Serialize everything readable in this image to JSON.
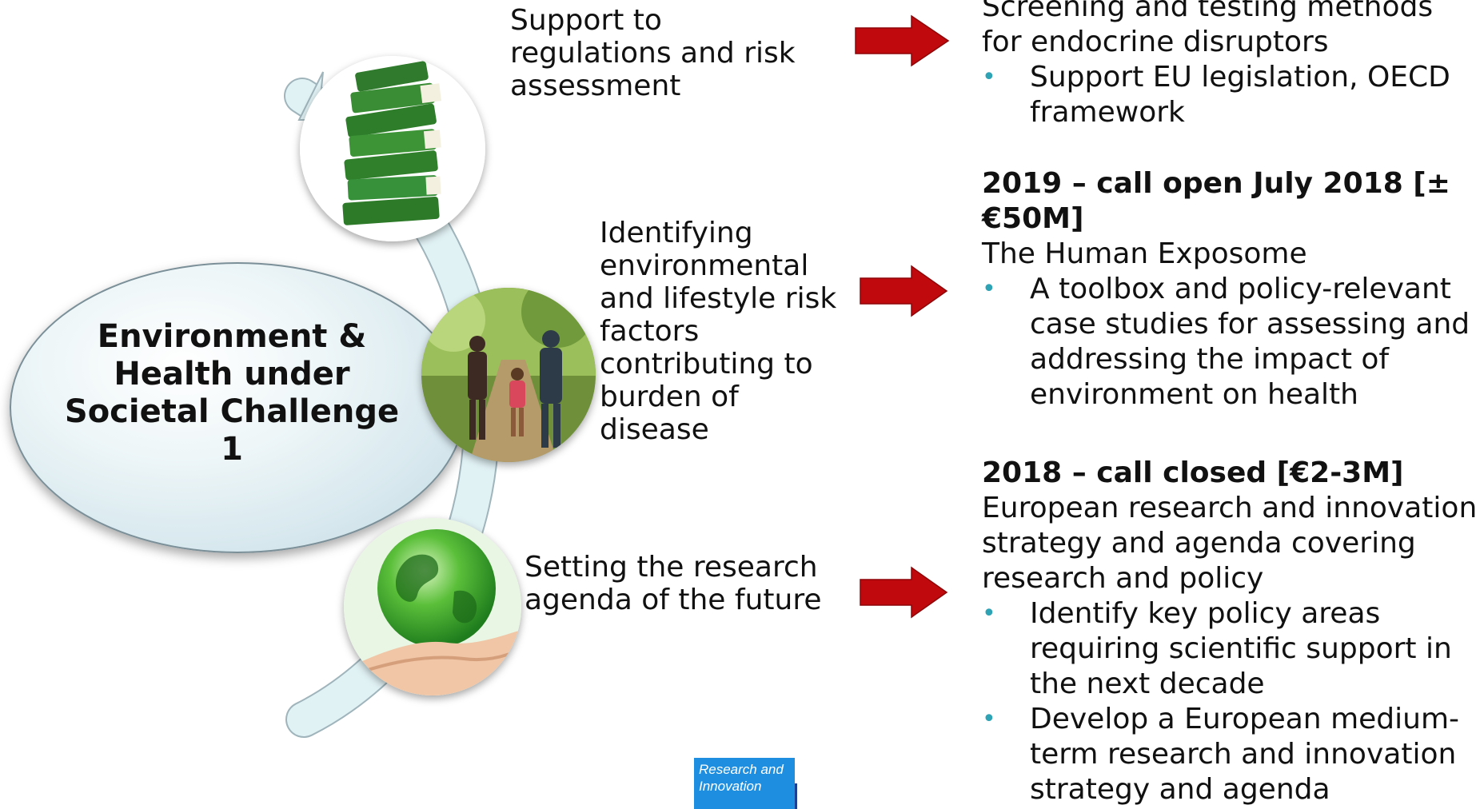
{
  "hub": {
    "title": "Environment & Health under Societal Challenge 1"
  },
  "items": [
    {
      "label": "Support to regulations and risk assessment",
      "image_icon": "books-stack-icon"
    },
    {
      "label": "Identifying environmental and lifestyle risk factors contributing to burden of disease",
      "image_icon": "family-walking-icon"
    },
    {
      "label": "Setting the research agenda of the future",
      "image_icon": "globe-in-hand-icon"
    }
  ],
  "details": {
    "top": {
      "subtitle_lines": [
        "Screening and testing methods",
        "for endocrine disruptors"
      ],
      "bullets": [
        "Support EU legislation, OECD framework"
      ]
    },
    "middle": {
      "heading": "2019 – call open July 2018 [±€50M]",
      "subtitle": "The Human Exposome",
      "bullets": [
        "A toolbox and policy-relevant case studies for assessing and addressing the impact of environment on health"
      ]
    },
    "bottom": {
      "heading": "2018 – call closed [€2-3M]",
      "subtitle": "European research and innovation strategy and agenda covering research and policy",
      "bullets": [
        "Identify key policy areas requiring scientific support in the next decade",
        "Develop a European medium-term research and innovation strategy and agenda"
      ]
    }
  },
  "logo": {
    "text": "Research and Innovation"
  },
  "colors": {
    "arrow": "#c0090d",
    "bullet": "#2ea3b5",
    "arc": "#ddf0f3",
    "badge": "#1e8fe0"
  }
}
